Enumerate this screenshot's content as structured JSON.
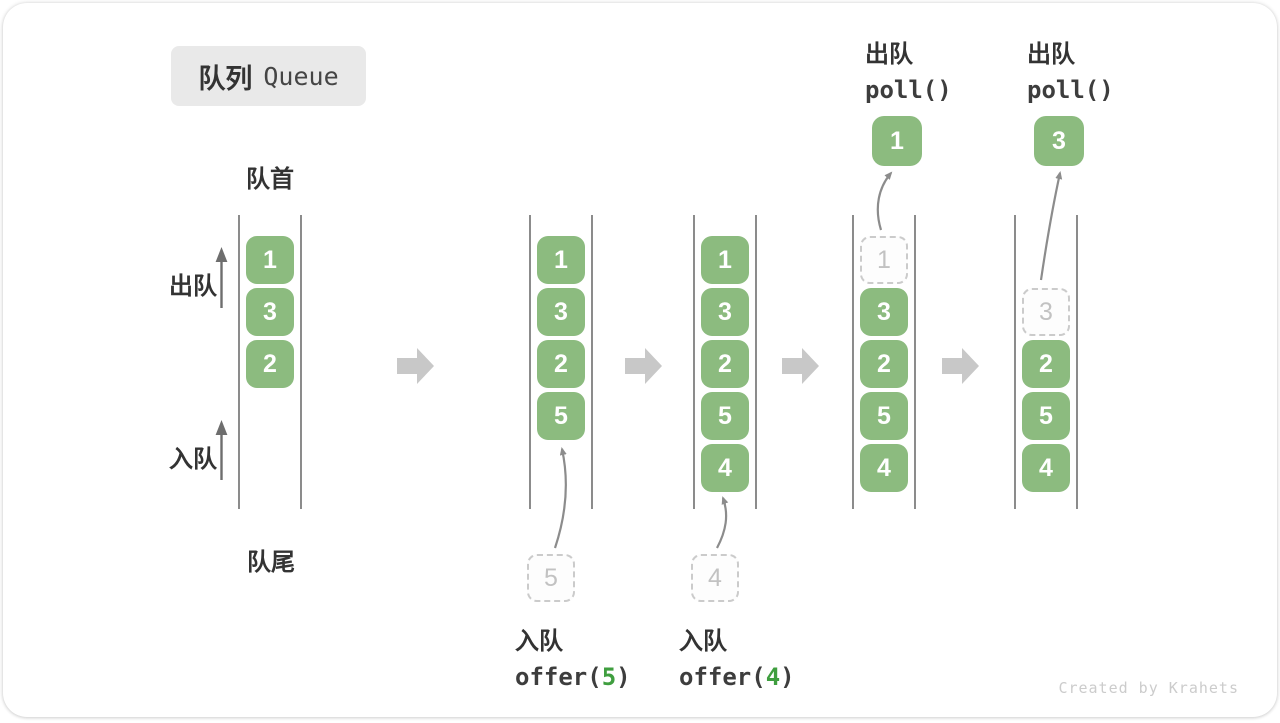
{
  "title": {
    "zh": "队列",
    "en": "Queue"
  },
  "side_labels": {
    "front": "队首",
    "rear": "队尾",
    "dequeue": "出队",
    "enqueue": "入队"
  },
  "watermark": "Created by Krahets",
  "colors": {
    "box_green": "#8cbb7f",
    "code_green": "#3f9e3f",
    "block_arrow": "#c8c8c8",
    "queue_line": "#5a5a5a",
    "curve_arrow": "#8c8c8c",
    "side_arrow": "#6e6e6e",
    "dashed_text": "#c2c2c2",
    "text_dark": "#333333"
  },
  "states": [
    {
      "slots": [
        {
          "value": "1",
          "kind": "filled"
        },
        {
          "value": "3",
          "kind": "filled"
        },
        {
          "value": "2",
          "kind": "filled"
        }
      ]
    },
    {
      "slots": [
        {
          "value": "1",
          "kind": "filled"
        },
        {
          "value": "3",
          "kind": "filled"
        },
        {
          "value": "2",
          "kind": "filled"
        },
        {
          "value": "5",
          "kind": "filled"
        }
      ],
      "entry": {
        "value": "5",
        "label_zh": "入队",
        "code_before": "offer(",
        "code_arg": "5",
        "code_after": ")"
      }
    },
    {
      "slots": [
        {
          "value": "1",
          "kind": "filled"
        },
        {
          "value": "3",
          "kind": "filled"
        },
        {
          "value": "2",
          "kind": "filled"
        },
        {
          "value": "5",
          "kind": "filled"
        },
        {
          "value": "4",
          "kind": "filled"
        }
      ],
      "entry": {
        "value": "4",
        "label_zh": "入队",
        "code_before": "offer(",
        "code_arg": "4",
        "code_after": ")"
      }
    },
    {
      "slots": [
        {
          "value": "1",
          "kind": "removed"
        },
        {
          "value": "3",
          "kind": "filled"
        },
        {
          "value": "2",
          "kind": "filled"
        },
        {
          "value": "5",
          "kind": "filled"
        },
        {
          "value": "4",
          "kind": "filled"
        }
      ],
      "exit": {
        "value": "1",
        "label_zh": "出队",
        "code": "poll()"
      }
    },
    {
      "slots": [
        {
          "kind": "empty"
        },
        {
          "value": "3",
          "kind": "removed"
        },
        {
          "value": "2",
          "kind": "filled"
        },
        {
          "value": "5",
          "kind": "filled"
        },
        {
          "value": "4",
          "kind": "filled"
        }
      ],
      "exit": {
        "value": "3",
        "label_zh": "出队",
        "code": "poll()"
      }
    }
  ]
}
